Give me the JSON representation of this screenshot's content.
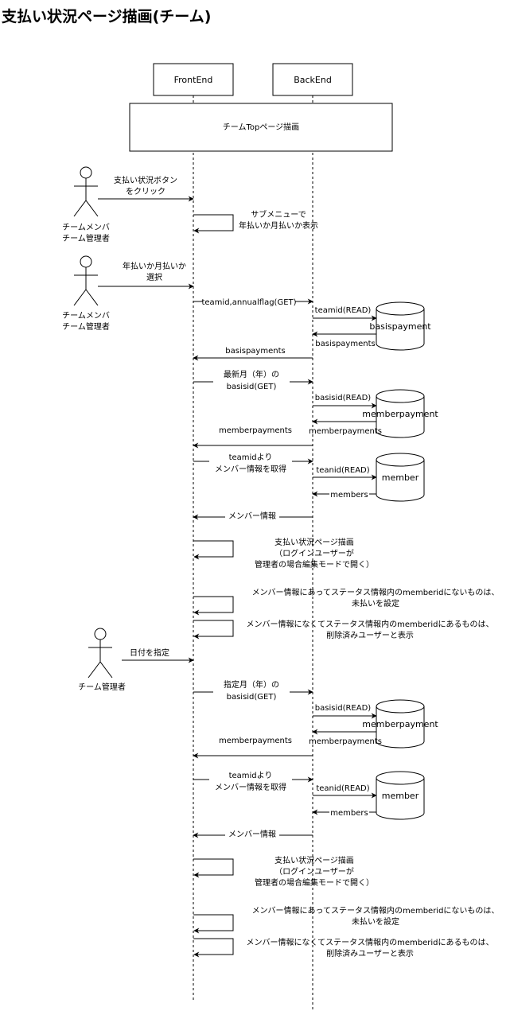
{
  "title": "支払い状況ページ描画(チーム)",
  "participants": {
    "frontend": "FrontEnd",
    "backend": "BackEnd"
  },
  "top_box": "チームTopページ描画",
  "actors": [
    {
      "lines": [
        "チームメンバ",
        "チーム管理者"
      ]
    },
    {
      "lines": [
        "チームメンバ",
        "チーム管理者"
      ]
    },
    {
      "lines": [
        "チーム管理者"
      ]
    }
  ],
  "databases": [
    "basispayment",
    "memberpayment",
    "member",
    "memberpayment",
    "member"
  ],
  "messages": [
    {
      "lines": [
        "支払い状況ボタン",
        "をクリック"
      ]
    },
    {
      "lines": [
        "サブメニューで",
        "年払いか月払いか表示"
      ]
    },
    {
      "lines": [
        "年払いか月払いか",
        "選択"
      ]
    },
    {
      "lines": [
        "teamid,annualflag(GET)"
      ]
    },
    {
      "lines": [
        "teamid(READ)"
      ]
    },
    {
      "lines": [
        "basispayments"
      ]
    },
    {
      "lines": [
        "basispayments"
      ]
    },
    {
      "lines": [
        "最新月（年）の",
        "basisid(GET)"
      ]
    },
    {
      "lines": [
        "basisid(READ)"
      ]
    },
    {
      "lines": [
        "memberpayments"
      ]
    },
    {
      "lines": [
        "memberpayments"
      ]
    },
    {
      "lines": [
        "teamidより",
        "メンバー情報を取得"
      ]
    },
    {
      "lines": [
        "teanid(READ)"
      ]
    },
    {
      "lines": [
        "members"
      ]
    },
    {
      "lines": [
        "メンバー情報"
      ]
    },
    {
      "lines": [
        "支払い状況ページ描画",
        "（ログインユーザーが",
        "管理者の場合編集モードで開く）"
      ]
    },
    {
      "lines": [
        "メンバー情報にあってステータス情報内のmemberidにないものは、",
        "未払いを設定"
      ]
    },
    {
      "lines": [
        "メンバー情報になくてステータス情報内のmemberidにあるものは、",
        "削除済みユーザーと表示"
      ]
    },
    {
      "lines": [
        "日付を指定"
      ]
    },
    {
      "lines": [
        "指定月（年）の",
        "basisid(GET)"
      ]
    },
    {
      "lines": [
        "basisid(READ)"
      ]
    },
    {
      "lines": [
        "memberpayments"
      ]
    },
    {
      "lines": [
        "memberpayments"
      ]
    },
    {
      "lines": [
        "teamidより",
        "メンバー情報を取得"
      ]
    },
    {
      "lines": [
        "teanid(READ)"
      ]
    },
    {
      "lines": [
        "members"
      ]
    },
    {
      "lines": [
        "メンバー情報"
      ]
    },
    {
      "lines": [
        "支払い状況ページ描画",
        "（ログインユーザーが",
        "管理者の場合編集モードで開く）"
      ]
    },
    {
      "lines": [
        "メンバー情報にあってステータス情報内のmemberidにないものは、",
        "未払いを設定"
      ]
    },
    {
      "lines": [
        "メンバー情報になくてステータス情報内のmemberidにあるものは、",
        "削除済みユーザーと表示"
      ]
    }
  ]
}
